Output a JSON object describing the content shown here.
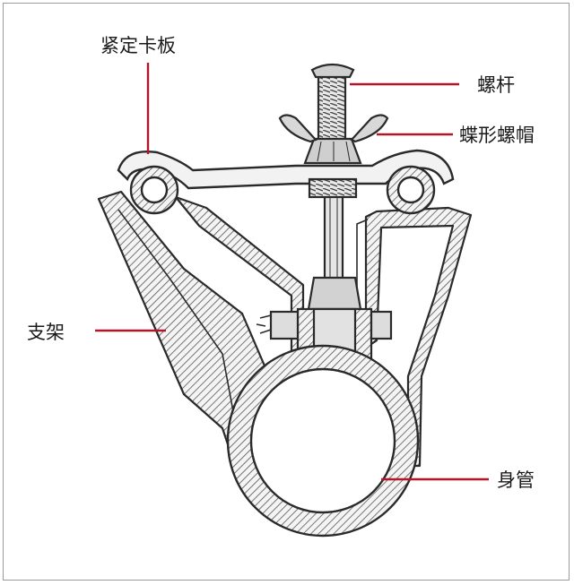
{
  "labels": {
    "clamp_plate": "紧定卡板",
    "screw_rod": "螺杆",
    "wing_nut": "蝶形螺帽",
    "bracket": "支架",
    "body_tube": "身管"
  },
  "colors": {
    "leader_line": "#b0182a",
    "ink": "#2a2a2a",
    "hatch": "#555555"
  }
}
